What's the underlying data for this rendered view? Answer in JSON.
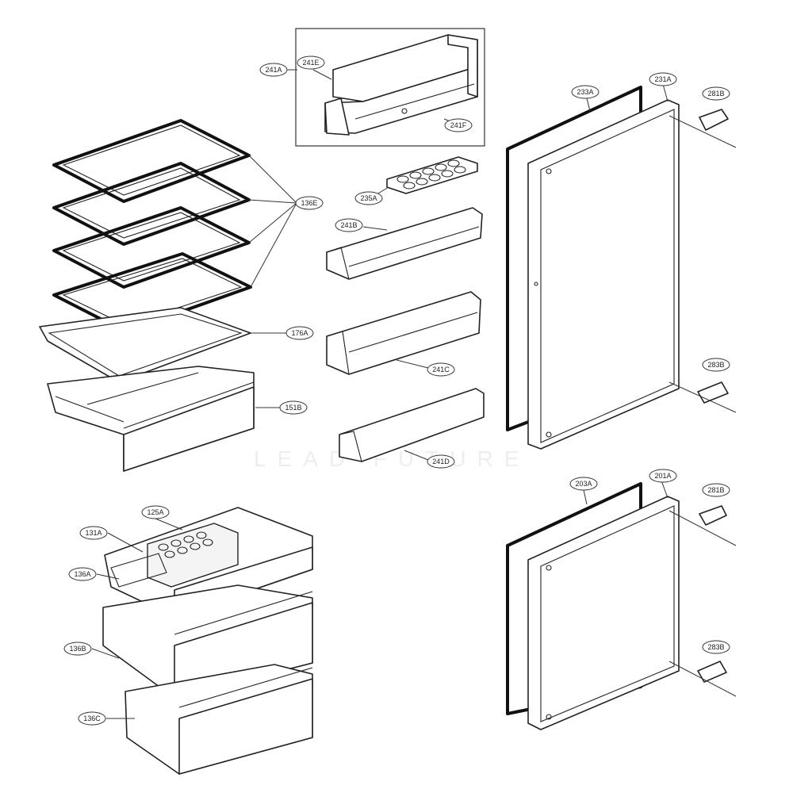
{
  "callouts": {
    "c241A": "241A",
    "c241E": "241E",
    "c241F": "241F",
    "c235A": "235A",
    "c241B": "241B",
    "c241C": "241C",
    "c241D": "241D",
    "c136E": "136E",
    "c176A": "176A",
    "c151B": "151B",
    "c125A": "125A",
    "c131A": "131A",
    "c136A": "136A",
    "c136B": "136B",
    "c136C": "136C",
    "c233A": "233A",
    "c231A": "231A",
    "c281B_top": "281B",
    "c283B_top": "283B",
    "c203A": "203A",
    "c201A": "201A",
    "c281B_bottom": "281B",
    "c283B_bottom": "283B"
  },
  "watermark": "LEAD FUTURE"
}
